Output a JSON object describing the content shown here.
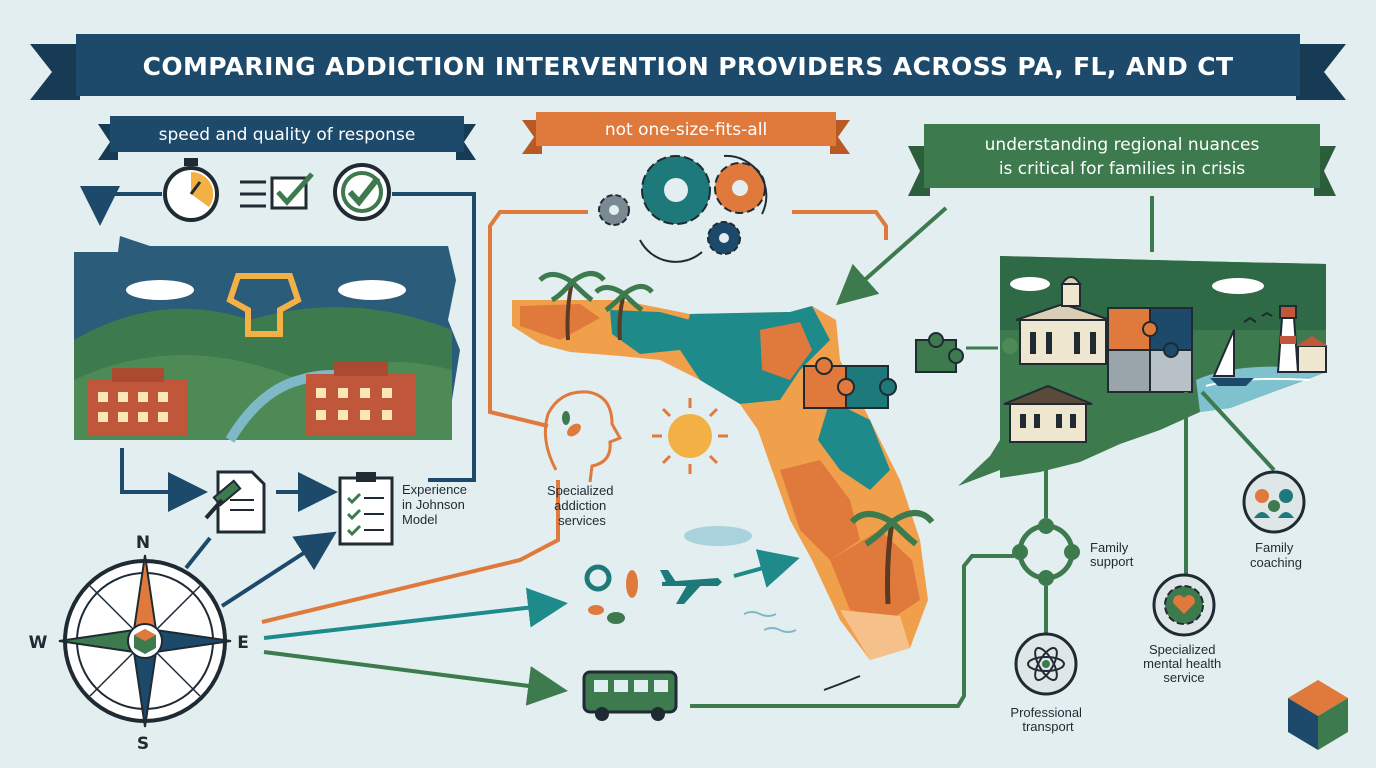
{
  "title": "COMPARING ADDICTION INTERVENTION PROVIDERS ACROSS PA, FL, AND CT",
  "pa": {
    "ribbon": "speed and quality of response",
    "experience_label": [
      "Experience",
      "in Johnson",
      "Model"
    ]
  },
  "fl": {
    "ribbon": "not one-size-fits-all",
    "services_label": [
      "Specialized",
      "addiction",
      "services"
    ]
  },
  "ct": {
    "ribbon": [
      "understanding regional nuances",
      "is critical for families in crisis"
    ],
    "family_support": [
      "Family",
      "support"
    ],
    "family_coaching": [
      "Family",
      "coaching"
    ],
    "mental_health": [
      "Specialized",
      "mental health",
      "service"
    ],
    "transport": [
      "Professional",
      "transport"
    ]
  },
  "compass": {
    "north": "N",
    "south": "S",
    "east": "E",
    "west": "W"
  },
  "colors": {
    "navy": "#1d4a6b",
    "orange": "#e07a3c",
    "green": "#3d7a4e",
    "teal": "#1e8a8a",
    "background": "#e3eef0"
  }
}
